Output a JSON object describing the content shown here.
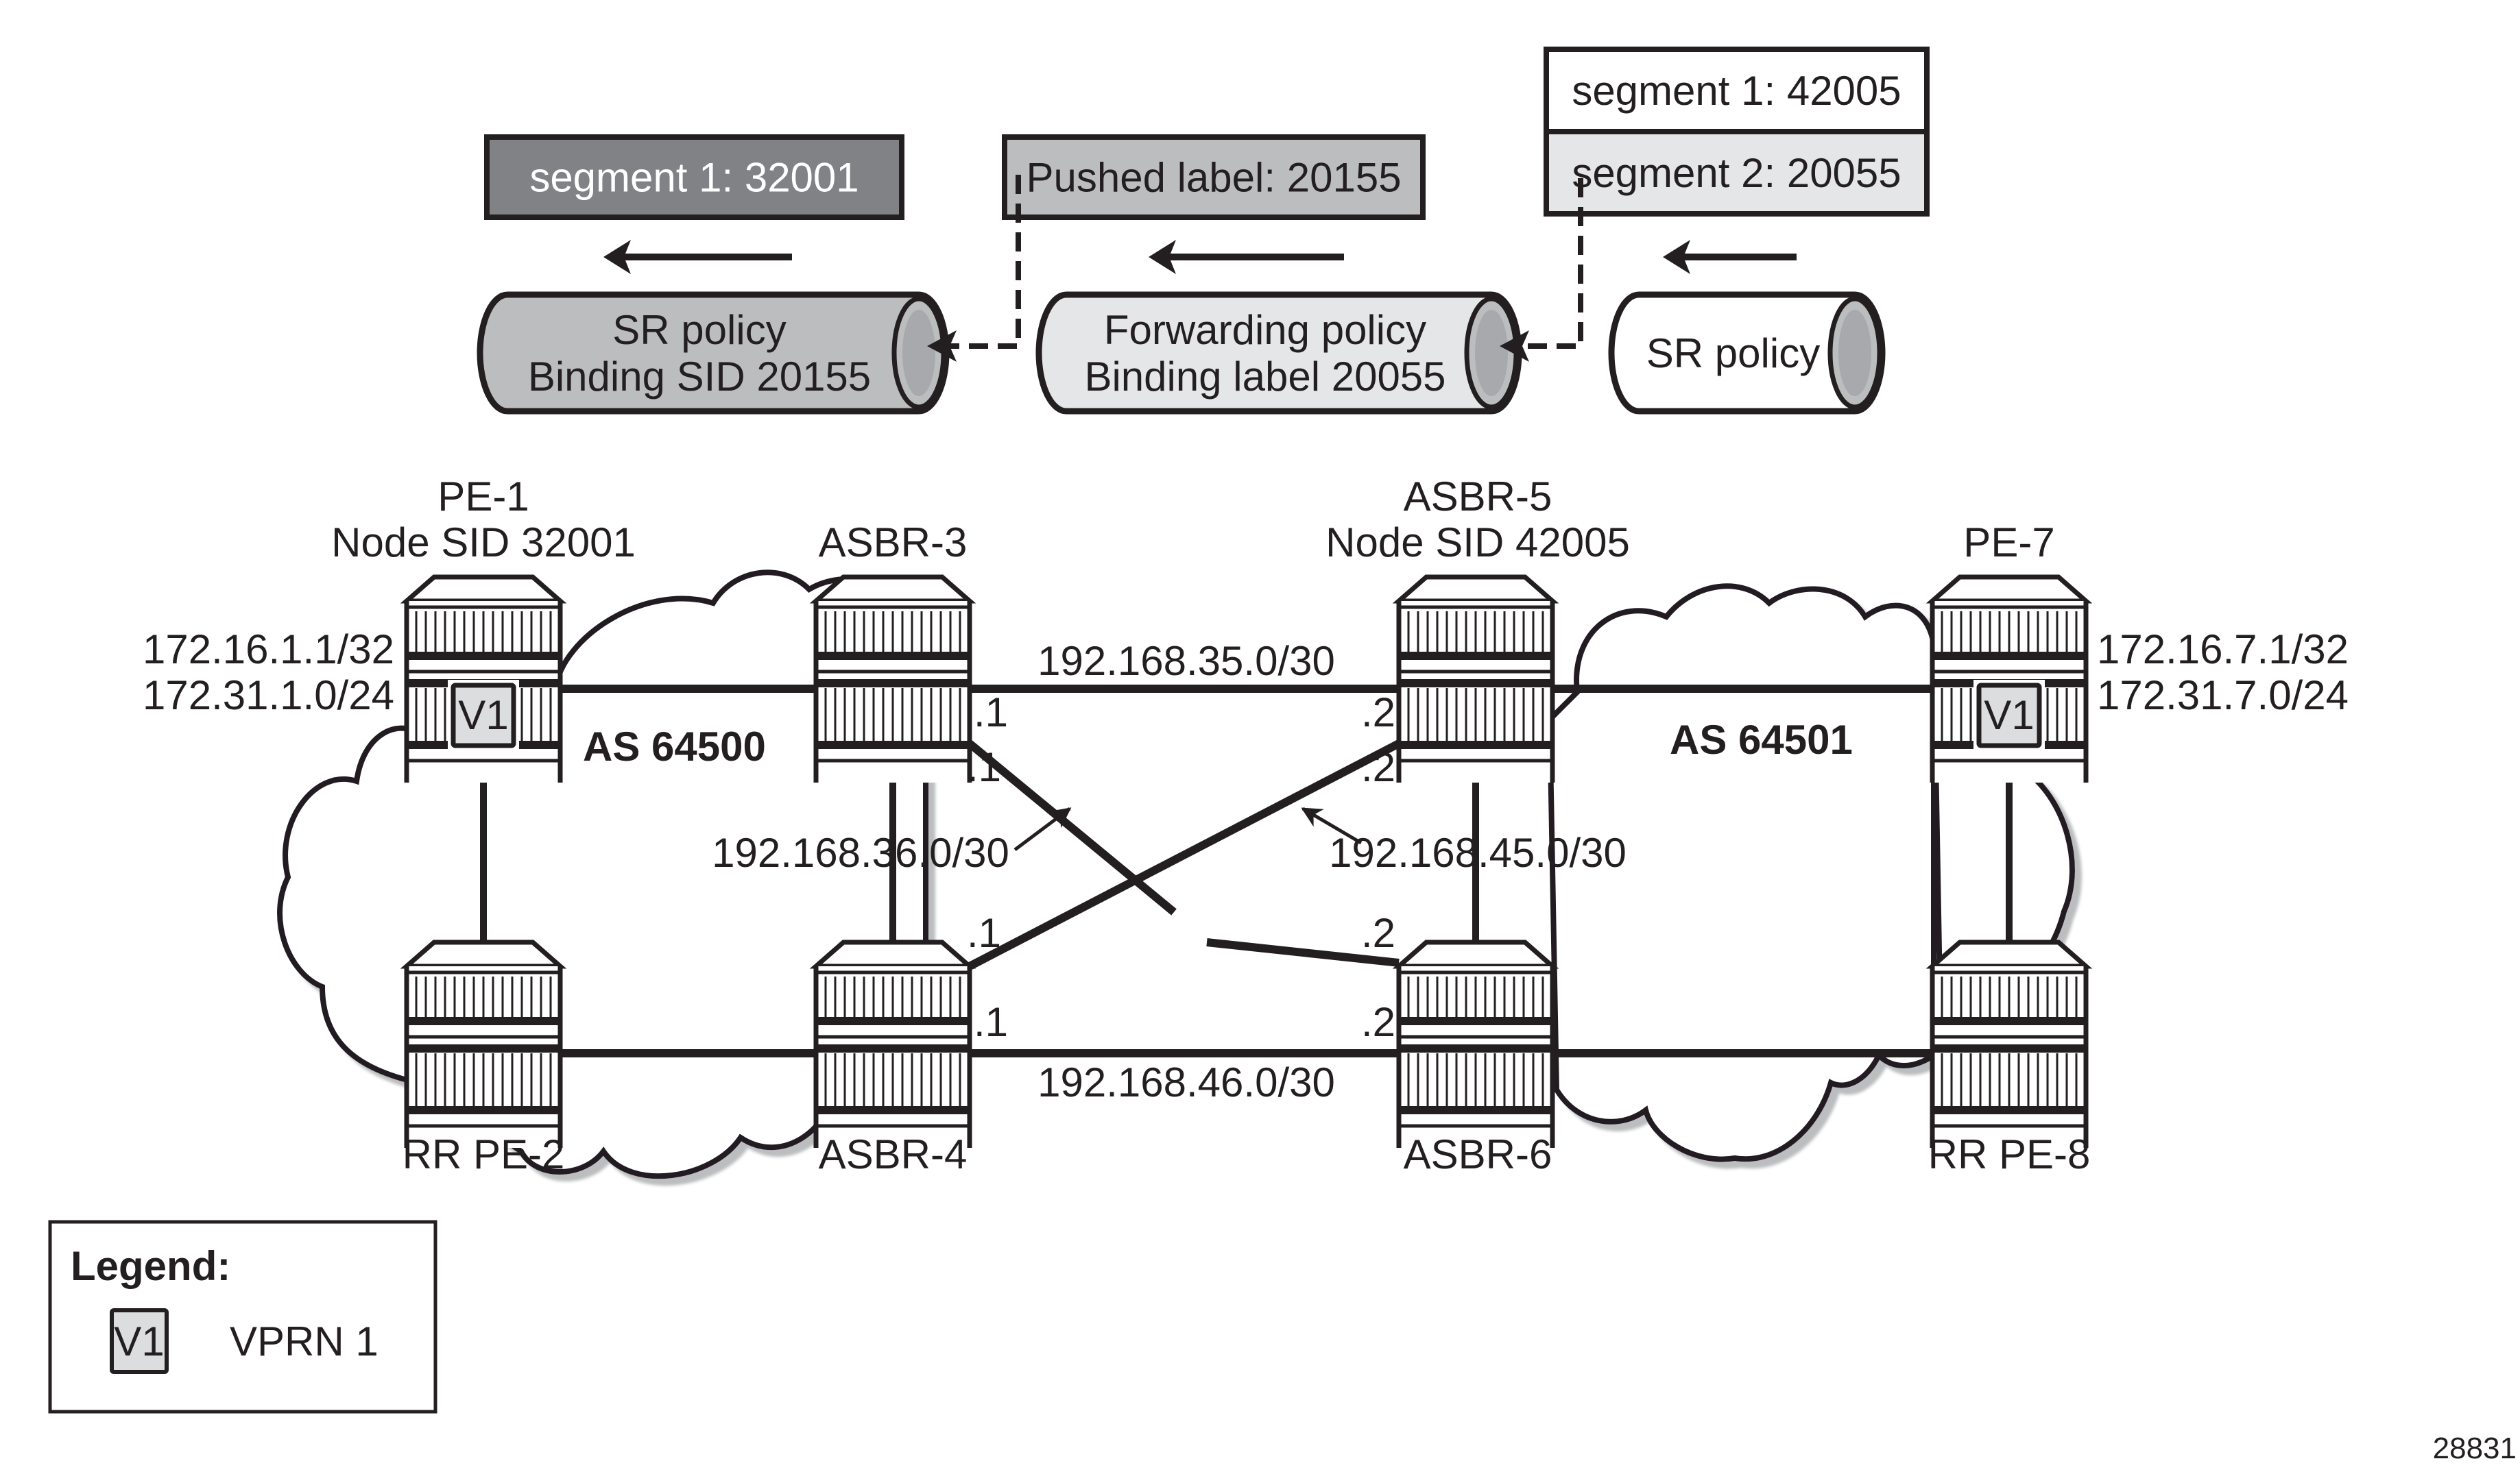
{
  "figure_id": "28831",
  "colors": {
    "ink": "#231f20",
    "dark_gray": "#818285",
    "mid_gray": "#bcbdbf",
    "light_gray": "#e5e6e7",
    "vprn_fill": "#dcdddf",
    "white": "#ffffff"
  },
  "label_stacks": [
    {
      "id": "stack-1",
      "rows": [
        {
          "text": "segment 1: 32001",
          "fill": "dark"
        }
      ]
    },
    {
      "id": "stack-2",
      "rows": [
        {
          "text": "Pushed label: 20155",
          "fill": "mid"
        }
      ]
    },
    {
      "id": "stack-3",
      "rows": [
        {
          "text": "segment 1: 42005",
          "fill": "white"
        },
        {
          "text": "segment 2: 20055",
          "fill": "light"
        }
      ]
    }
  ],
  "policies": [
    {
      "id": "sr-policy-1",
      "lines": [
        "SR policy",
        "Binding SID 20155"
      ],
      "fill": "mid"
    },
    {
      "id": "forwarding-policy",
      "lines": [
        "Forwarding policy",
        "Binding label 20055"
      ],
      "fill": "light"
    },
    {
      "id": "sr-policy-2",
      "lines": [
        "SR policy"
      ],
      "fill": "white"
    }
  ],
  "nodes": [
    {
      "id": "pe-1",
      "name": "PE-1",
      "sub": "Node SID 32001",
      "prefixes": [
        "172.16.1.1/32",
        "172.31.1.0/24"
      ],
      "vprn": "V1"
    },
    {
      "id": "asbr-3",
      "name": "ASBR-3",
      "sub": "",
      "prefixes": [],
      "vprn": ""
    },
    {
      "id": "asbr-5",
      "name": "ASBR-5",
      "sub": "Node SID 42005",
      "prefixes": [],
      "vprn": ""
    },
    {
      "id": "pe-7",
      "name": "PE-7",
      "sub": "",
      "prefixes": [
        "172.16.7.1/32",
        "172.31.7.0/24"
      ],
      "vprn": "V1"
    },
    {
      "id": "rr-pe-2",
      "name": "RR PE-2",
      "sub": "",
      "prefixes": [],
      "vprn": ""
    },
    {
      "id": "asbr-4",
      "name": "ASBR-4",
      "sub": "",
      "prefixes": [],
      "vprn": ""
    },
    {
      "id": "asbr-6",
      "name": "ASBR-6",
      "sub": "",
      "prefixes": [],
      "vprn": ""
    },
    {
      "id": "rr-pe-8",
      "name": "RR PE-8",
      "sub": "",
      "prefixes": [],
      "vprn": ""
    }
  ],
  "as_domains": [
    {
      "id": "as-64500",
      "label": "AS 64500"
    },
    {
      "id": "as-64501",
      "label": "AS 64501"
    }
  ],
  "links": [
    {
      "from": "pe-1",
      "to": "asbr-3",
      "subnet": "",
      "ends": [
        "",
        ""
      ]
    },
    {
      "from": "pe-1",
      "to": "rr-pe-2",
      "subnet": "",
      "ends": [
        "",
        ""
      ]
    },
    {
      "from": "rr-pe-2",
      "to": "asbr-4",
      "subnet": "",
      "ends": [
        "",
        ""
      ]
    },
    {
      "from": "asbr-3",
      "to": "asbr-4",
      "subnet": "",
      "ends": [
        "",
        ""
      ]
    },
    {
      "from": "asbr-3",
      "to": "asbr-5",
      "subnet": "192.168.35.0/30",
      "ends": [
        ".1",
        ".2"
      ]
    },
    {
      "from": "asbr-3",
      "to": "asbr-6",
      "subnet": "192.168.36.0/30",
      "ends": [
        ".1",
        ".2"
      ]
    },
    {
      "from": "asbr-4",
      "to": "asbr-5",
      "subnet": "192.168.45.0/30",
      "ends": [
        ".1",
        ".2"
      ]
    },
    {
      "from": "asbr-4",
      "to": "asbr-6",
      "subnet": "192.168.46.0/30",
      "ends": [
        ".1",
        ".2"
      ]
    },
    {
      "from": "asbr-5",
      "to": "asbr-6",
      "subnet": "",
      "ends": [
        "",
        ""
      ]
    },
    {
      "from": "asbr-5",
      "to": "pe-7",
      "subnet": "",
      "ends": [
        "",
        ""
      ]
    },
    {
      "from": "asbr-6",
      "to": "rr-pe-8",
      "subnet": "",
      "ends": [
        "",
        ""
      ]
    },
    {
      "from": "pe-7",
      "to": "rr-pe-8",
      "subnet": "",
      "ends": [
        "",
        ""
      ]
    }
  ],
  "legend": {
    "title": "Legend:",
    "items": [
      {
        "symbol": "V1",
        "label": "VPRN 1"
      }
    ]
  }
}
